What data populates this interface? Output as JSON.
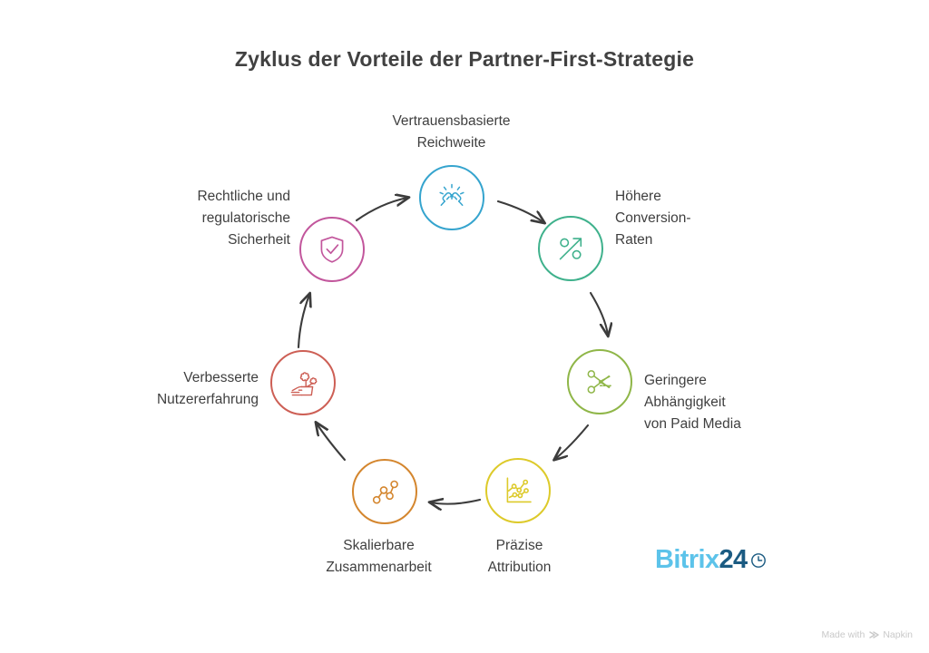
{
  "title": "Zyklus der Vorteile der Partner-First-Strategie",
  "diagram": {
    "type": "cycle",
    "direction": "clockwise",
    "node_count": 7,
    "nodes": [
      {
        "id": "trust-reach",
        "label": "Vertrauensbasierte\nReichweite",
        "icon": "fist-bump-icon",
        "color": "#35a4ce",
        "position": "top"
      },
      {
        "id": "conversion-rates",
        "label": "Höhere\nConversion-\nRaten",
        "icon": "percent-arrow-up-icon",
        "color": "#3fb18c",
        "position": "top-right"
      },
      {
        "id": "paid-media-dependency",
        "label": "Geringere\nAbhängigkeit\nvon Paid Media",
        "icon": "scissors-cut-icon",
        "color": "#8fb648",
        "position": "right"
      },
      {
        "id": "precise-attribution",
        "label": "Präzise\nAttribution",
        "icon": "line-chart-icon",
        "color": "#ddca2a",
        "position": "bottom-right"
      },
      {
        "id": "scalable-collaboration",
        "label": "Skalierbare\nZusammenarbeit",
        "icon": "network-nodes-icon",
        "color": "#d4862e",
        "position": "bottom-left"
      },
      {
        "id": "user-experience",
        "label": "Verbesserte\nNutzererfahrung",
        "icon": "hand-flowers-icon",
        "color": "#cd5f55",
        "position": "left"
      },
      {
        "id": "legal-security",
        "label": "Rechtliche und\nregulatorische\nSicherheit",
        "icon": "shield-check-icon",
        "color": "#c2569c",
        "position": "top-left"
      }
    ],
    "arrow_color": "#3c3c3c"
  },
  "branding": {
    "logo_part_a": "Bitrix",
    "logo_part_b": "24",
    "logo_icon": "clock-icon"
  },
  "watermark": {
    "prefix": "Made with",
    "brand": "Napkin",
    "icon": "napkin-chevrons-icon"
  }
}
